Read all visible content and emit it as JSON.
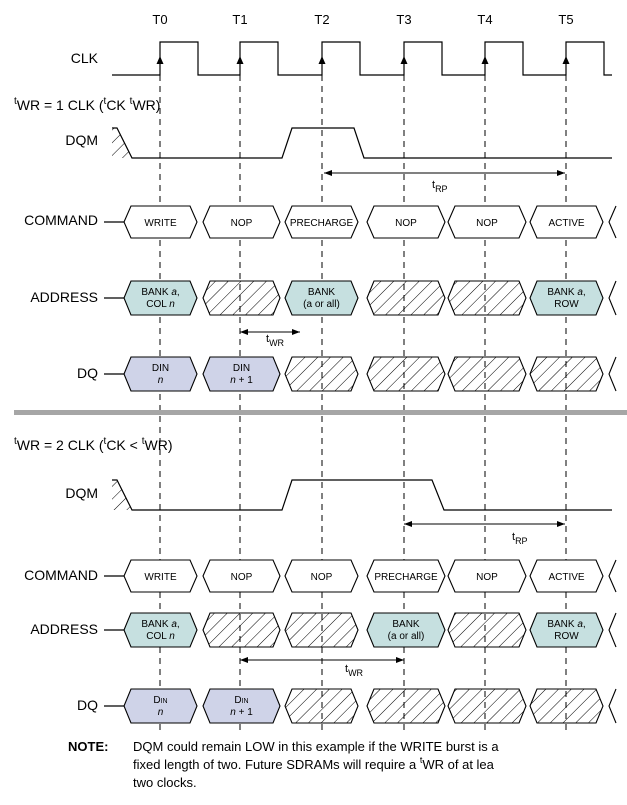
{
  "clock_labels": [
    "T0",
    "T1",
    "T2",
    "T3",
    "T4",
    "T5"
  ],
  "signals": {
    "clk": "CLK",
    "dqm": "DQM",
    "command": "COMMAND",
    "address": "ADDRESS",
    "dq": "DQ"
  },
  "section1": {
    "title_sup1": "t",
    "title_a": "WR = 1 CLK (",
    "title_sup2": "t",
    "title_b": "CK  ",
    "title_sup3": "t",
    "title_c": "WR)",
    "commands": [
      "WRITE",
      "NOP",
      "PRECHARGE",
      "NOP",
      "NOP",
      "ACTIVE"
    ],
    "address": [
      {
        "l1a": "BANK ",
        "l1b": "a",
        "l1c": ",",
        "l2a": "COL ",
        "l2b": "n"
      },
      {},
      {
        "l1a": "BANK",
        "l1b": "",
        "l1c": "",
        "l2a": "(a or all)",
        "l2b": ""
      },
      {},
      {},
      {
        "l1a": "BANK ",
        "l1b": "a",
        "l1c": ",",
        "l2a": "ROW",
        "l2b": ""
      }
    ],
    "dq": [
      {
        "l1": "DIN",
        "l2a": "n",
        "l2b": ""
      },
      {
        "l1": "DIN",
        "l2a": "n",
        "l2b": " + 1"
      }
    ],
    "trp": {
      "t": "t",
      "sub": "RP"
    },
    "twr": {
      "t": "t",
      "sub": "WR"
    }
  },
  "section2": {
    "title_sup1": "t",
    "title_a": "WR = 2 CLK (",
    "title_sup2": "t",
    "title_b": "CK < ",
    "title_sup3": "t",
    "title_c": "WR)",
    "commands": [
      "WRITE",
      "NOP",
      "NOP",
      "PRECHARGE",
      "NOP",
      "ACTIVE"
    ],
    "address": [
      {
        "l1a": "BANK ",
        "l1b": "a",
        "l1c": ",",
        "l2a": "COL ",
        "l2b": "n"
      },
      {},
      {},
      {
        "l1a": "BANK",
        "l1b": "",
        "l1c": "",
        "l2a": "(a or all)",
        "l2b": ""
      },
      {},
      {
        "l1a": "BANK ",
        "l1b": "a",
        "l1c": ",",
        "l2a": "ROW",
        "l2b": ""
      }
    ],
    "dq": [
      {
        "l1": "D",
        "l1small": "IN",
        "l2a": "n",
        "l2b": ""
      },
      {
        "l1": "D",
        "l1small": "IN",
        "l2a": "n",
        "l2b": " + 1"
      }
    ],
    "trp": {
      "t": "t",
      "sub": "RP"
    },
    "twr": {
      "t": "t",
      "sub": "WR"
    }
  },
  "note": {
    "label": "NOTE:",
    "line1": "DQM could remain LOW in this example if the WRITE burst is a",
    "line2a": "fixed length of two. Future SDRAMs will require a ",
    "line2sup": "t",
    "line2b": "WR of at lea",
    "line3": "two clocks."
  },
  "colors": {
    "data_cell": "#cfd3e8",
    "address_cell": "#c6e0e0",
    "divider": "#a6a6a6",
    "line": "#000000"
  }
}
